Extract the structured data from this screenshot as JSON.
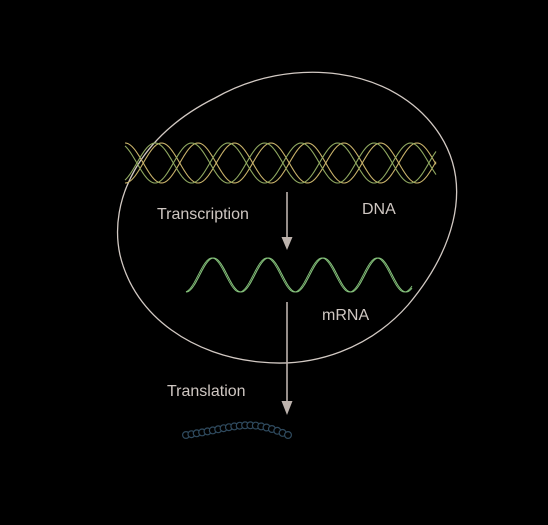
{
  "labels": {
    "dna": "DNA",
    "transcription": "Transcription",
    "mrna": "mRNA",
    "translation": "Translation"
  },
  "colors": {
    "background": "#000000",
    "cell_outline": "#d2c9c3",
    "dna_strand_a": "#c8b26a",
    "dna_strand_b": "#8fa860",
    "mrna_strand": "#84c07a",
    "arrow": "#bdb3ad",
    "label_text": "#cfc7c2",
    "protein_bead": "#2f4a5e"
  },
  "icons": {
    "dna": "double-helix",
    "mrna": "single-strand-wave",
    "protein": "bead-chain"
  }
}
